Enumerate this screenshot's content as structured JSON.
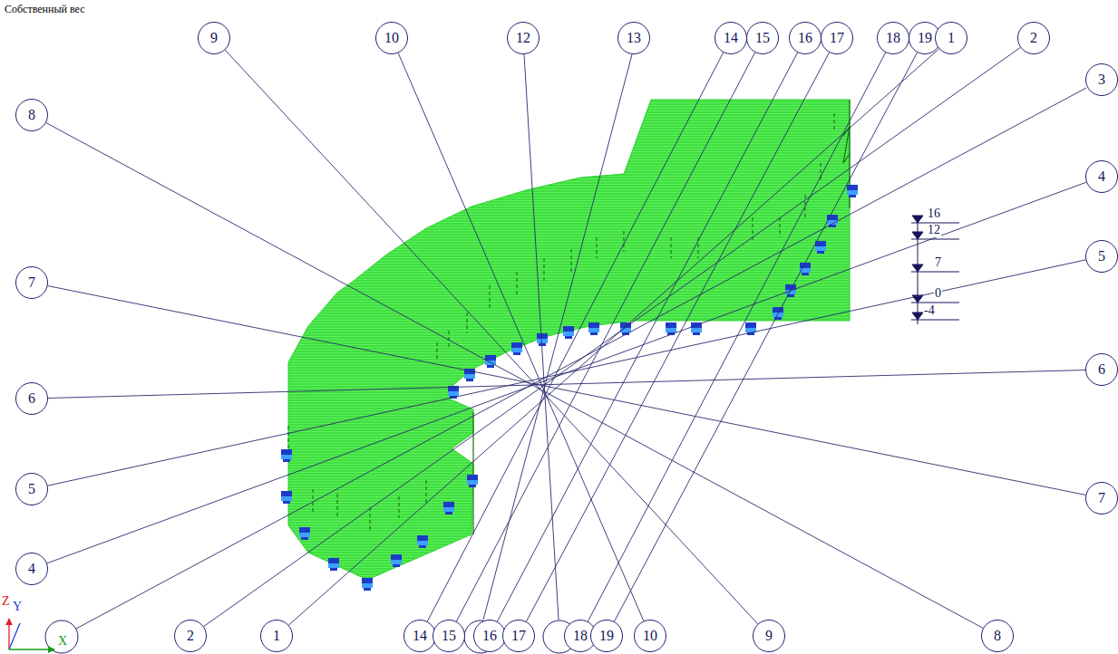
{
  "diagram": {
    "title": "Собственный вес",
    "nodes": [
      {
        "text": [
          "9"
        ]
      },
      {
        "text": [
          "10"
        ]
      },
      {
        "text": [
          "12"
        ]
      },
      {
        "text": [
          "13"
        ]
      },
      {
        "text": [
          "14"
        ]
      },
      {
        "text": [
          "15"
        ]
      },
      {
        "text": [
          "16"
        ]
      },
      {
        "text": [
          "17"
        ]
      },
      {
        "text": [
          "18"
        ]
      },
      {
        "text": [
          "19"
        ]
      },
      {
        "text": [
          "1"
        ]
      },
      {
        "text": [
          "2"
        ]
      },
      {
        "text": [
          "8"
        ]
      },
      {
        "text": [
          "7"
        ]
      },
      {
        "text": [
          "6"
        ]
      },
      {
        "text": [
          "5"
        ]
      },
      {
        "text": [
          "4"
        ]
      },
      {
        "text": [
          "3"
        ]
      },
      {
        "text": [
          "4"
        ]
      },
      {
        "text": [
          "5"
        ]
      },
      {
        "text": [
          "6"
        ]
      },
      {
        "text": [
          "7"
        ]
      },
      {
        "text": [
          "2"
        ]
      },
      {
        "text": [
          "1"
        ]
      },
      {
        "text": [
          "14"
        ]
      },
      {
        "text": [
          "15"
        ]
      },
      {
        "text": [
          "16"
        ]
      },
      {
        "text": [
          "17"
        ]
      },
      {
        "text": [
          "18"
        ]
      },
      {
        "text": [
          "19"
        ]
      },
      {
        "text": [
          "10"
        ]
      },
      {
        "text": [
          "9"
        ]
      },
      {
        "text": [
          "8"
        ]
      }
    ],
    "edges": [
      {
        "from": 0,
        "to": 31,
        "arrow": "none"
      },
      {
        "from": 1,
        "to": 30,
        "arrow": "none"
      },
      {
        "from": 4,
        "to": 24,
        "arrow": "none"
      },
      {
        "from": 5,
        "to": 25,
        "arrow": "none"
      },
      {
        "from": 6,
        "to": 26,
        "arrow": "none"
      },
      {
        "from": 7,
        "to": 27,
        "arrow": "none"
      },
      {
        "from": 8,
        "to": 28,
        "arrow": "none"
      },
      {
        "from": 9,
        "to": 29,
        "arrow": "none"
      },
      {
        "from": 10,
        "to": 23,
        "arrow": "none"
      },
      {
        "from": 11,
        "to": 22,
        "arrow": "none"
      },
      {
        "from": 18,
        "to": 16,
        "arrow": "none"
      },
      {
        "from": 19,
        "to": 15,
        "arrow": "none"
      },
      {
        "from": 20,
        "to": 14,
        "arrow": "none"
      },
      {
        "from": 13,
        "to": 21,
        "arrow": "none"
      },
      {
        "from": 12,
        "to": 32,
        "arrow": "none"
      }
    ],
    "labels": [
      "16",
      "12",
      "7",
      "0",
      "-4",
      "Z",
      "Y",
      "X"
    ]
  }
}
